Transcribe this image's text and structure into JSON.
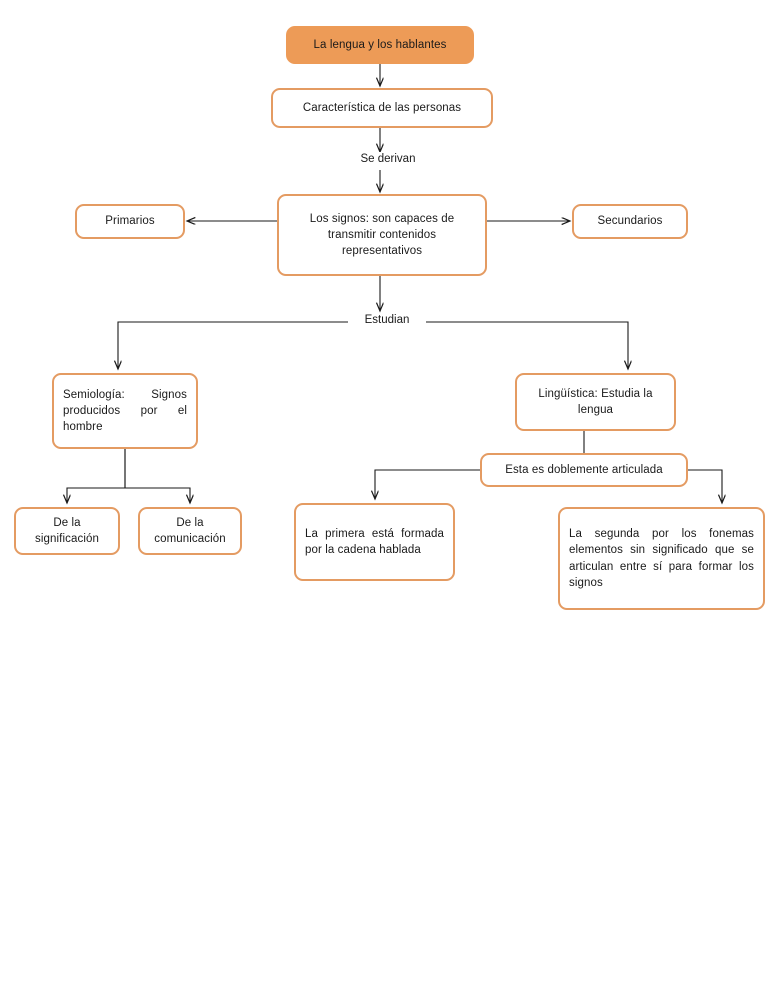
{
  "diagram": {
    "title": "La lengua y los hablantes",
    "type": "concept-map",
    "language": "es",
    "colors": {
      "accent_fill": "#ED9B57",
      "node_border": "#E49B62",
      "node_fill": "#FFFFFF",
      "connector": "#1A1A1A",
      "text": "#1A1A1A",
      "background": "#FFFFFF"
    },
    "nodes": {
      "root": "La lengua y los hablantes",
      "caracteristica": "Característica de las personas",
      "signos": "Los signos: son capaces de transmitir contenidos representativos",
      "primarios": "Primarios",
      "secundarios": "Secundarios",
      "semiologia": "Semiología: Signos producidos por el hombre",
      "linguistica": "Lingüística: Estudia la lengua",
      "significacion": "De la significación",
      "comunicacion": "De la comunicación",
      "articulada": "Esta es doblemente articulada",
      "primera": "La primera está formada por la cadena hablada",
      "segunda": "La segunda por los fonemas elementos sin significado que se articulan entre sí para formar los signos"
    },
    "edge_labels": {
      "se_derivan": "Se derivan",
      "estudian": "Estudian"
    }
  }
}
